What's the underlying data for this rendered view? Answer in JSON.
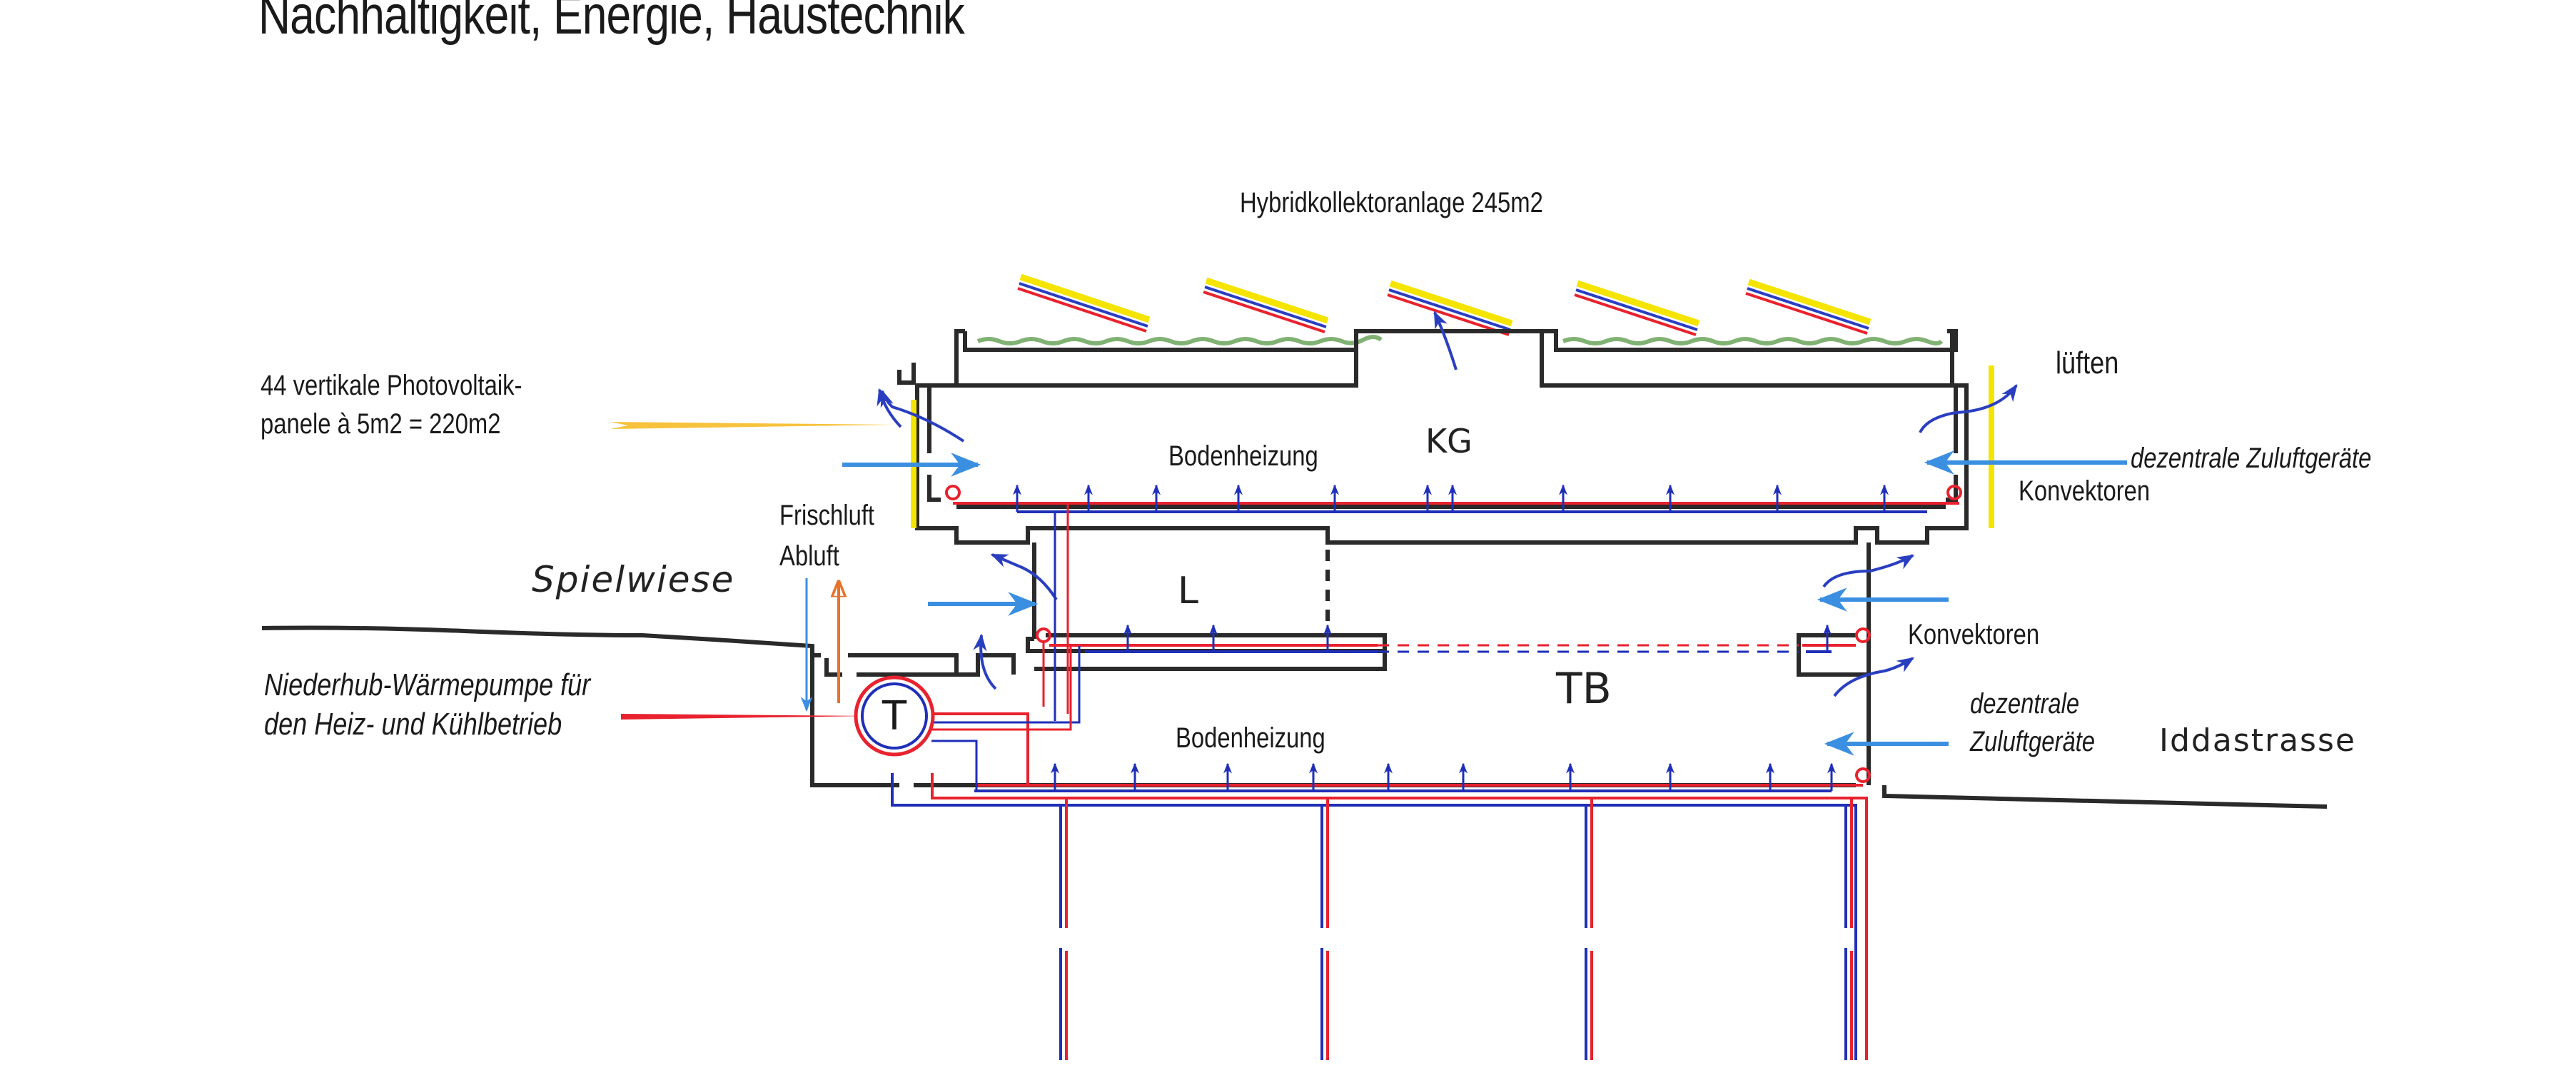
{
  "title": "Nachhaltigkeit, Energie, Haustechnik",
  "labels": {
    "collector": "Hybridkollektoranlage 245m2",
    "pv_line1": "44 vertikale Photovoltaik-",
    "pv_line2": "panele à 5m2 = 220m2",
    "lueften": "lüften",
    "zuluft_upper": "dezentrale Zuluftgeräte",
    "konvektoren_upper": "Konvektoren",
    "konvektoren_lower": "Konvektoren",
    "bodenheizung_upper": "Bodenheizung",
    "bodenheizung_lower": "Bodenheizung",
    "frischluft": "Frischluft",
    "abluft": "Abluft",
    "spielwiese": "Spielwiese",
    "heatpump_line1": "Niederhub-Wärmepumpe für",
    "heatpump_line2": "den Heiz- und Kühlbetrieb",
    "zuluft_lower_line1": "dezentrale",
    "zuluft_lower_line2": "Zuluftgeräte",
    "iddastrasse": "Iddastrasse",
    "room_kg": "KG",
    "room_l": "L",
    "room_tb": "TB",
    "heatpump_symbol": "T"
  },
  "colors": {
    "wall": "#2a2a2a",
    "supply_pipe": "#e8222e",
    "return_pipe": "#1f2fb8",
    "fresh_air": "#3b8fe0",
    "exhaust_air": "#e8722a",
    "photovoltaic": "#f5e400",
    "pv_leader": "#f7c23c",
    "green_roof": "#6aa55a",
    "air_flow": "#2a3ec0"
  }
}
